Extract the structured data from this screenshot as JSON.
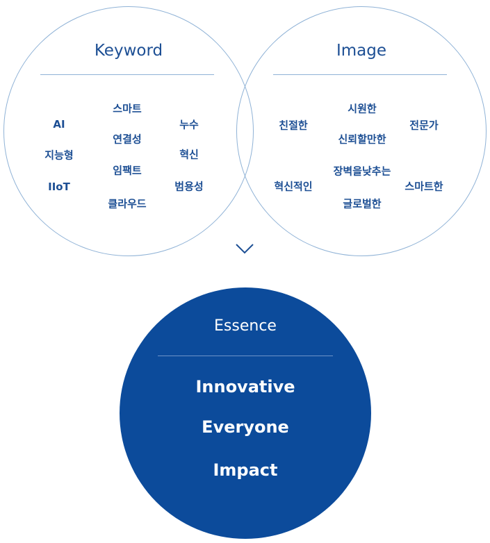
{
  "keyword": {
    "title": "Keyword",
    "words": [
      "AI",
      "지능형",
      "IIoT",
      "스마트",
      "연결성",
      "임팩트",
      "클라우드",
      "누수",
      "혁신",
      "범용성"
    ]
  },
  "image": {
    "title": "Image",
    "words": [
      "친절한",
      "혁신적인",
      "시원한",
      "신뢰할만한",
      "장벽을낮추는",
      "글로벌한",
      "전문가",
      "스마트한"
    ]
  },
  "essence": {
    "title": "Essence",
    "items": [
      "Innovative",
      "Everyone",
      "Impact"
    ]
  },
  "colors": {
    "primary": "#0c4b9b",
    "text_blue": "#1d4f94",
    "outline": "#8fb2d6"
  },
  "icons": {
    "arrow": "chevron-down-icon"
  }
}
